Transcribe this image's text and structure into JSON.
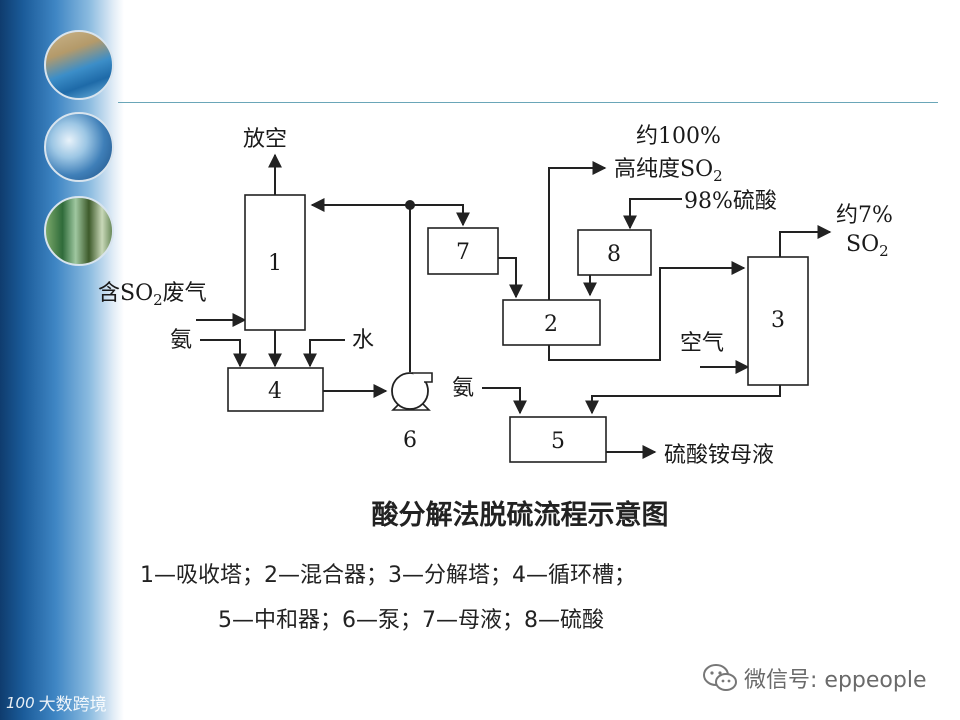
{
  "diagram": {
    "title": "酸分解法脱硫流程示意图",
    "legend_line1": "1—吸收塔；2—混合器；3—分解塔；4—循环槽；",
    "legend_line2": "5—中和器；6—泵；7—母液；8—硫酸",
    "units": {
      "u1": "1",
      "u2": "2",
      "u3": "3",
      "u4": "4",
      "u5": "5",
      "u6": "6",
      "u7": "7",
      "u8": "8"
    },
    "labels": {
      "vent": "放空",
      "flue_gas_pre": "含SO",
      "flue_gas_sub": "2",
      "flue_gas_post": "废气",
      "ammonia_left": "氨",
      "water": "水",
      "ammonia_right": "氨",
      "so2_high_line1": "约100%",
      "so2_high_line2_pre": "高纯度SO",
      "so2_high_line2_sub": "2",
      "sulfuric_98": "98%硫酸",
      "so2_low_line1": "约7%",
      "so2_low_line2_pre": "SO",
      "so2_low_line2_sub": "2",
      "air": "空气",
      "product": "硫酸铵母液"
    }
  },
  "watermark": {
    "wechat_text": "微信号: eppeople",
    "brand_logo_text": "100",
    "brand_text": "大数跨境"
  },
  "colors": {
    "sidebar_dark": "#0f3c6e",
    "sidebar_mid": "#3f86c4",
    "divider": "#6aa6b8",
    "ink": "#222222"
  }
}
